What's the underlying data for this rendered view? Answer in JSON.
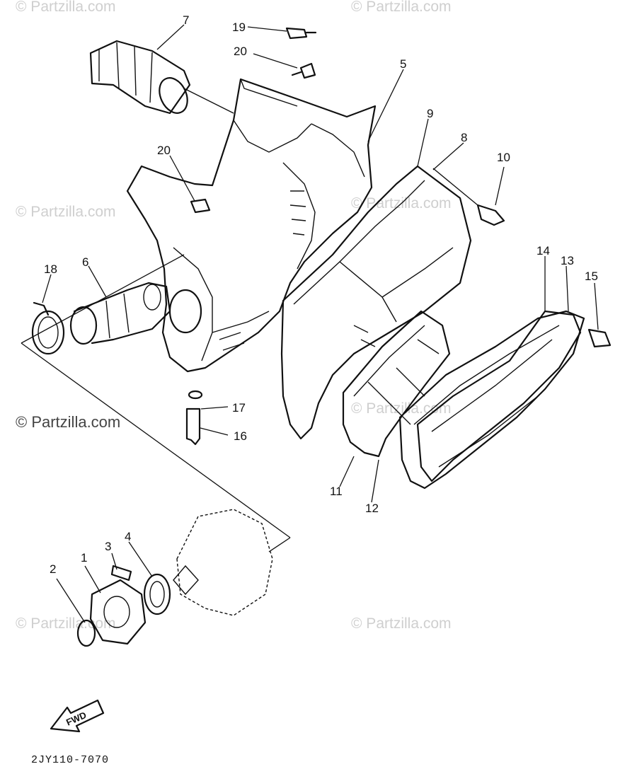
{
  "watermarks": {
    "partzilla": "© Partzilla.com"
  },
  "callouts": [
    "1",
    "2",
    "3",
    "4",
    "5",
    "6",
    "7",
    "8",
    "9",
    "10",
    "11",
    "12",
    "13",
    "14",
    "15",
    "16",
    "17",
    "18",
    "19",
    "20",
    "20"
  ],
  "direction_label": "FWD",
  "drawing_code": "2JY110-7070"
}
